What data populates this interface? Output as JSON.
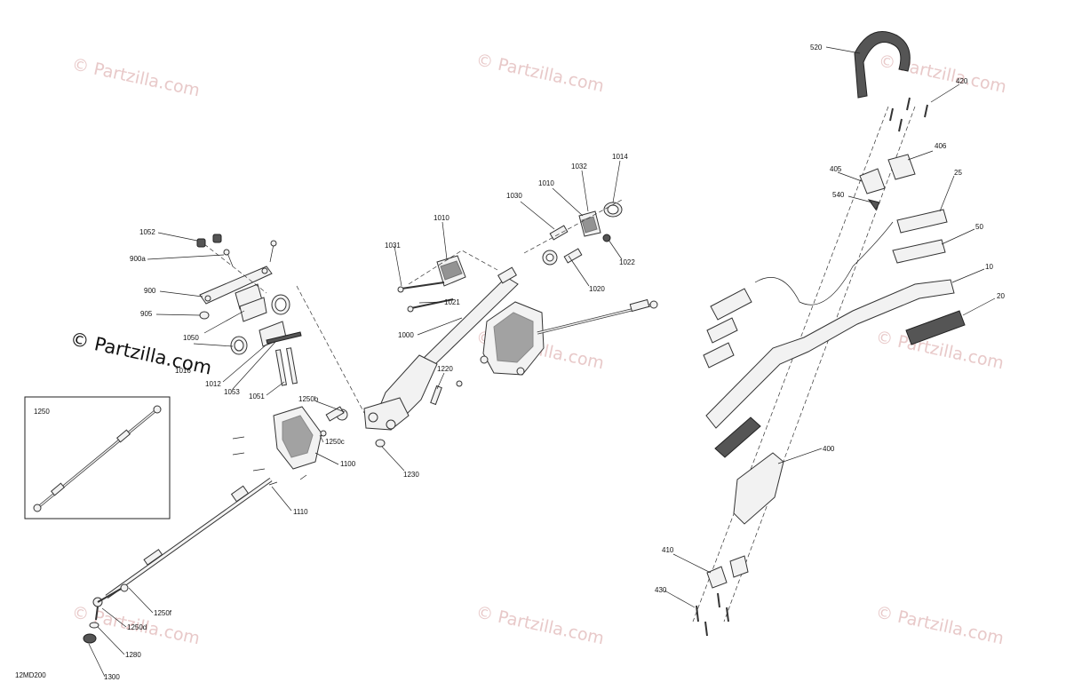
{
  "watermark": "© Partzilla.com",
  "diagram_code": "12MD200",
  "inset_label": "1250",
  "callouts": [
    "1052",
    "900a",
    "900",
    "905",
    "1050",
    "1016",
    "1012",
    "1053",
    "1051",
    "1250b",
    "1250c",
    "1100",
    "1110",
    "1250f",
    "1250d",
    "1280",
    "1300",
    "1031",
    "1010",
    "1021",
    "1000",
    "1030",
    "1010",
    "1032",
    "1014",
    "1022",
    "1020",
    "1220",
    "1230",
    "520",
    "420",
    "406",
    "405",
    "540",
    "25",
    "50",
    "10",
    "20",
    "400",
    "410",
    "430"
  ]
}
